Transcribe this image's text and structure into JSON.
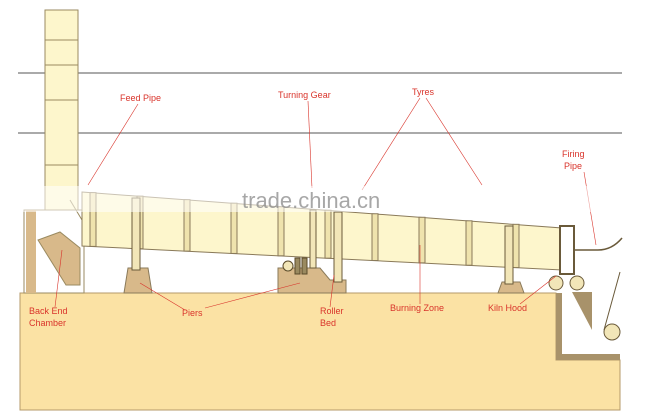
{
  "diagram": {
    "labels": {
      "feed_pipe": "Feed Pipe",
      "turning_gear": "Turning Gear",
      "tyres": "Tyres",
      "firing_pipe_1": "Firing",
      "firing_pipe_2": "Pipe",
      "back_end_1": "Back End",
      "back_end_2": "Chamber",
      "piers": "Piers",
      "roller_bed_1": "Roller",
      "roller_bed_2": "Bed",
      "burning_zone": "Burning Zone",
      "kiln_hood": "Kiln Hood"
    },
    "watermark": "trade.china.cn",
    "colors": {
      "label": "#d9342b",
      "ground": "#fbe2a4",
      "kiln": "#fdf6cc",
      "pier": "#d8b98a",
      "outline": "#8a7a5a"
    }
  }
}
